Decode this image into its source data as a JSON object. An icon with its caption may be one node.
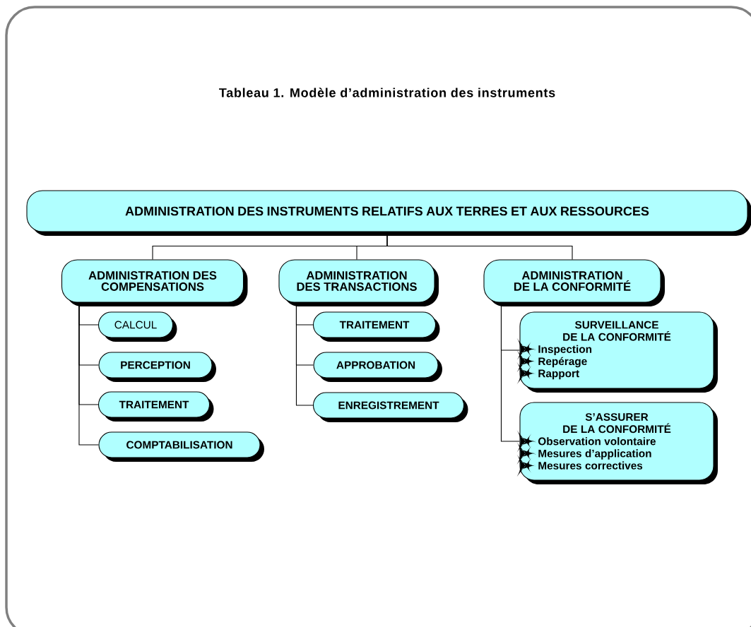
{
  "diagram": {
    "title": "Tableau 1. Modèle d’administration des instruments",
    "nodes": [
      {
        "text": [
          "ADMINISTRATION DES INSTRUMENTS RELATIFS AUX TERRES ET AUX RESSOURCES"
        ]
      },
      {
        "text": [
          "ADMINISTRATION DES COMPENSATIONS"
        ]
      },
      {
        "text": [
          "ADMINISTRATION DES TRANSACTIONS"
        ]
      },
      {
        "text": [
          "ADMINISTRATION DE LA CONFORMITÉ"
        ]
      },
      {
        "text": [
          "CALCUL"
        ]
      },
      {
        "text": [
          "PERCEPTION"
        ]
      },
      {
        "text": [
          "TRAITEMENT"
        ]
      },
      {
        "text": [
          "COMPTABILISATION"
        ]
      },
      {
        "text": [
          "TRAITEMENT"
        ]
      },
      {
        "text": [
          "APPROBATION"
        ]
      },
      {
        "text": [
          "ENREGISTREMENT"
        ]
      },
      {
        "text": [
          "SURVEILLANCE DE LA CONFORMITÉ",
          "Inspection",
          "Repérage",
          "Rapport"
        ]
      },
      {
        "text": [
          "S’ASSURER DE LA CONFORMITÉ",
          "Observation volontaire",
          "Mesures d’application",
          "Mesures correctives"
        ]
      }
    ],
    "edges": [
      {
        "from": 0,
        "to": 1,
        "arrow": "none"
      },
      {
        "from": 0,
        "to": 2,
        "arrow": "none"
      },
      {
        "from": 0,
        "to": 3,
        "arrow": "none"
      },
      {
        "from": 1,
        "to": 4,
        "arrow": "none"
      },
      {
        "from": 1,
        "to": 5,
        "arrow": "none"
      },
      {
        "from": 1,
        "to": 6,
        "arrow": "none"
      },
      {
        "from": 1,
        "to": 7,
        "arrow": "none"
      },
      {
        "from": 2,
        "to": 8,
        "arrow": "none"
      },
      {
        "from": 2,
        "to": 9,
        "arrow": "none"
      },
      {
        "from": 2,
        "to": 10,
        "arrow": "none"
      },
      {
        "from": 3,
        "to": 11,
        "arrow": "none"
      },
      {
        "from": 3,
        "to": 12,
        "arrow": "none"
      }
    ]
  }
}
